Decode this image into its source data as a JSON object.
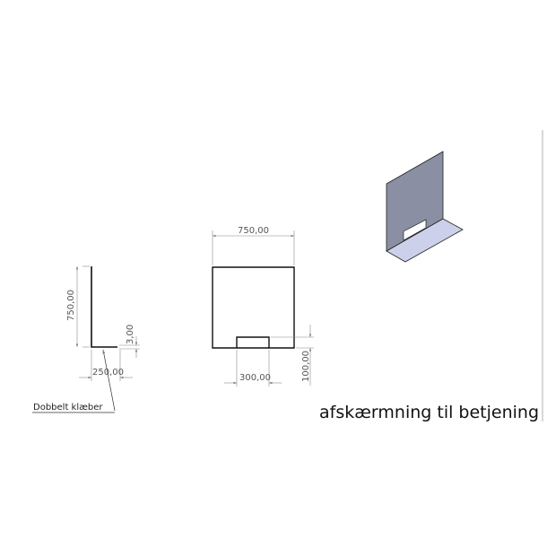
{
  "drawing": {
    "title": "afskærmning til betjening",
    "side_view": {
      "height_dim": "750,00",
      "thickness_dim": "3,00",
      "base_dim": "250,00",
      "note": "Dobbelt klæber"
    },
    "front_view": {
      "width_dim": "750,00",
      "cutout_width_dim": "300,00",
      "cutout_height_dim": "100,00"
    },
    "colors": {
      "panel": "#8a8fa3",
      "base": "#cdd0ea",
      "line": "#222222",
      "dimension": "#777777"
    }
  }
}
